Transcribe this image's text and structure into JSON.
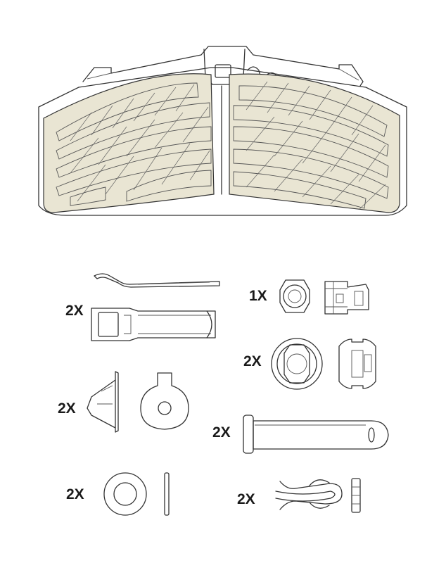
{
  "colors": {
    "pad_fill": "#e9e5d3",
    "line": "#333333"
  },
  "parts": [
    {
      "id": "brake-pad",
      "icon": "brake-pad-icon"
    },
    {
      "id": "retainer-spring",
      "quantity": "2X",
      "icon": "retainer-spring-icon"
    },
    {
      "id": "nut",
      "quantity": "1X",
      "icon": "hex-nut-icon"
    },
    {
      "id": "cage-nut",
      "quantity": "2X",
      "icon": "cage-nut-icon"
    },
    {
      "id": "wedge-bracket",
      "quantity": "2X",
      "icon": "wedge-bracket-icon"
    },
    {
      "id": "retaining-pin",
      "quantity": "2X",
      "icon": "retaining-pin-icon"
    },
    {
      "id": "washer",
      "quantity": "2X",
      "icon": "washer-icon"
    },
    {
      "id": "spring-clip",
      "quantity": "2X",
      "icon": "spring-clip-icon"
    }
  ]
}
